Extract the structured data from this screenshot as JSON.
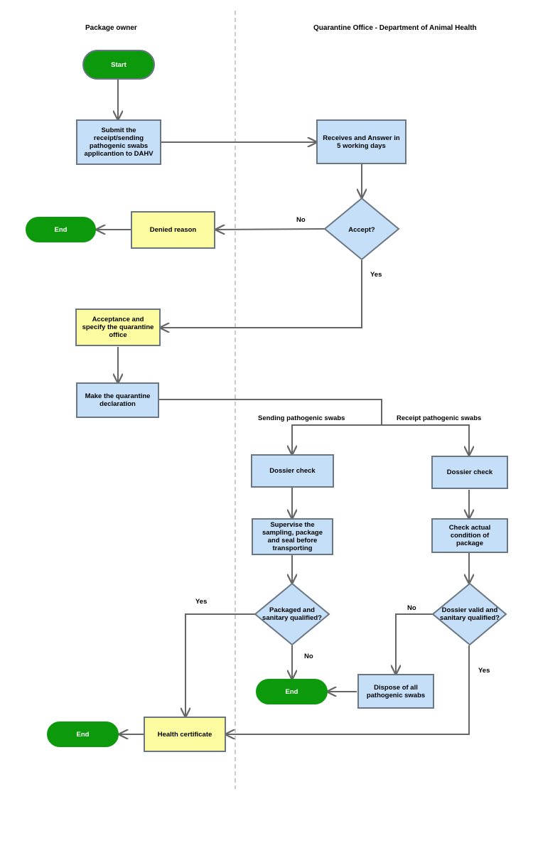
{
  "lanes": {
    "left": "Package owner",
    "right": "Quarantine Office - Department of Animal Health"
  },
  "nodes": {
    "start": "Start",
    "submit": "Submit the\nreceipt/sending\npathogenic swabs\napplicantion to DAHV",
    "receives": "Receives and Answer in\n5 working days",
    "accept": "Accept?",
    "denied": "Denied reason",
    "end1": "End",
    "acceptance": "Acceptance and\nspecify the quarantine\noffice",
    "declaration": "Make the quarantine\ndeclaration",
    "dossier_left": "Dossier check",
    "dossier_right": "Dossier check",
    "supervise": "Supervise the\nsampling, package\nand seal before\ntransporting",
    "check_condition": "Check actual\ncondition of\npackage",
    "packaged": "Packaged and\nsanitary qualified?",
    "dossier_valid": "Dossier valid and\nsanitary qualified?",
    "end2": "End",
    "dispose": "Dispose of all\npathogenic swabs",
    "health": "Health certificate",
    "end3": "End"
  },
  "edge_labels": {
    "no_accept": "No",
    "yes_accept": "Yes",
    "sending": "Sending pathogenic swabs",
    "receipt": "Receipt pathogenic swabs",
    "yes_packaged": "Yes",
    "no_packaged": "No",
    "no_dossier": "No",
    "yes_dossier": "Yes"
  },
  "colors": {
    "process_blue": "#c5dff8",
    "process_yellow": "#fdfca0",
    "terminal_green": "#0c9a0c",
    "connector": "#666666",
    "lane_divider": "#bbbbbb"
  }
}
